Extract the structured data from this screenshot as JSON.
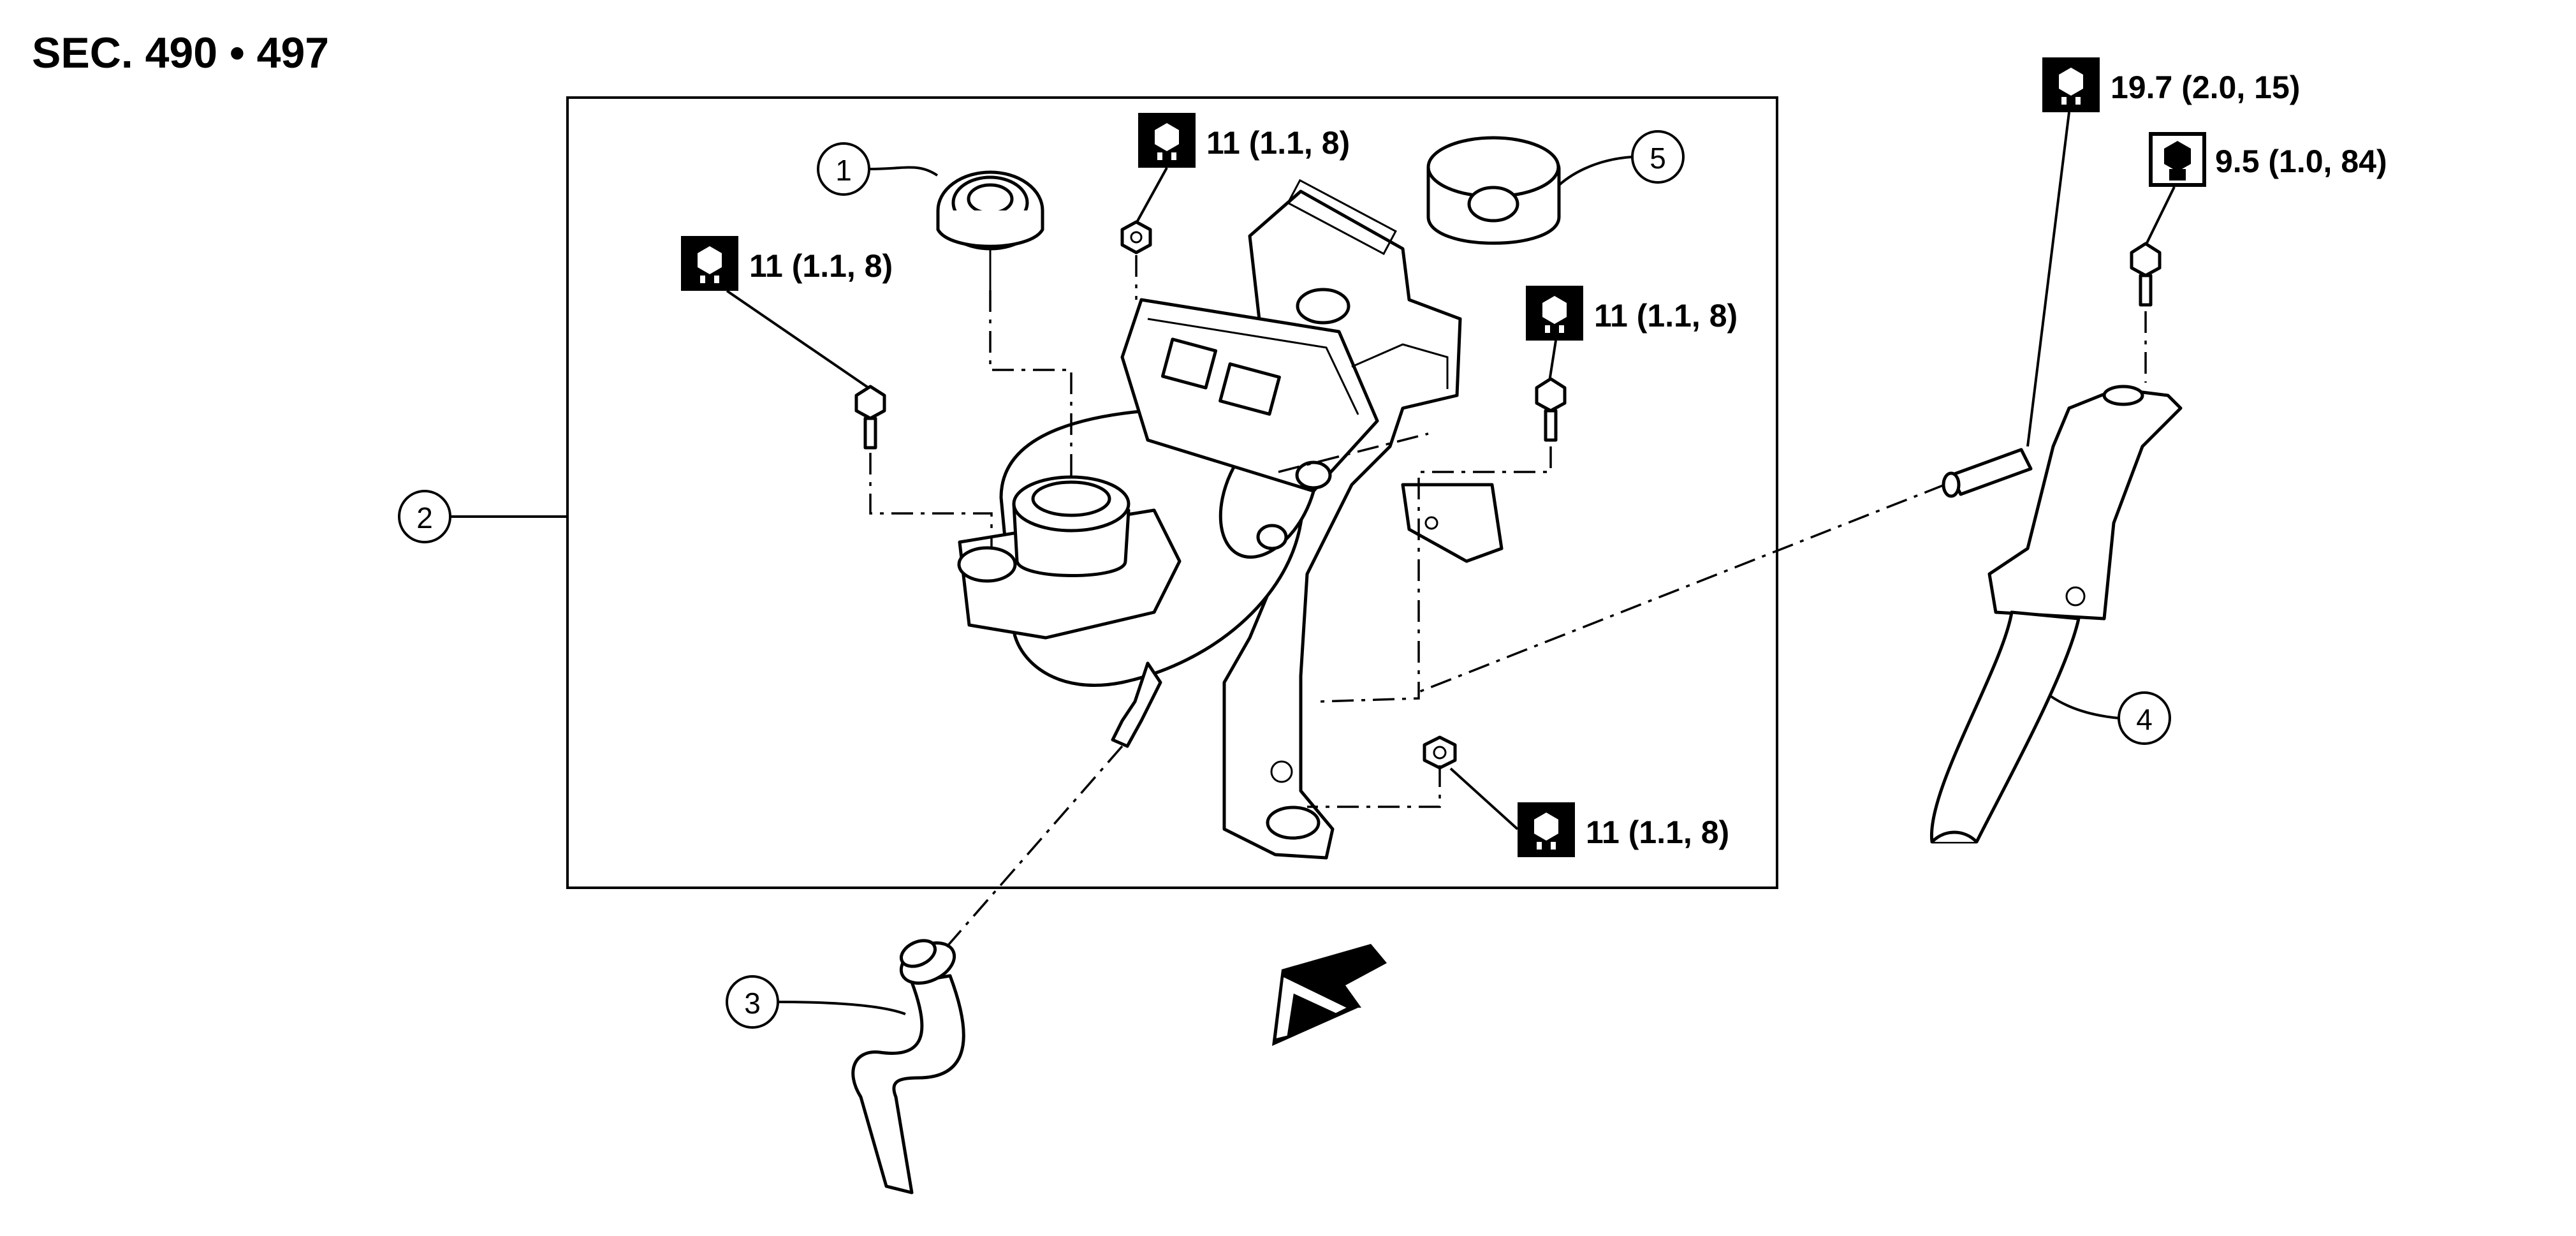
{
  "section_label": "SEC. 490 • 497",
  "torque_specs": [
    {
      "id": "t1",
      "text": "11 (1.1, 8)",
      "icon": "wrench-torque-icon"
    },
    {
      "id": "t2",
      "text": "11 (1.1, 8)",
      "icon": "wrench-torque-icon"
    },
    {
      "id": "t3",
      "text": "11 (1.1, 8)",
      "icon": "wrench-torque-icon"
    },
    {
      "id": "t4",
      "text": "11 (1.1, 8)",
      "icon": "wrench-torque-icon"
    },
    {
      "id": "t5",
      "text": "19.7 (2.0, 15)",
      "icon": "wrench-torque-icon"
    },
    {
      "id": "t6",
      "text": "9.5 (1.0, 84)",
      "icon": "wrench-torque-filled-icon"
    }
  ],
  "callouts": [
    {
      "number": "1"
    },
    {
      "number": "2"
    },
    {
      "number": "3"
    },
    {
      "number": "4"
    },
    {
      "number": "5"
    }
  ]
}
